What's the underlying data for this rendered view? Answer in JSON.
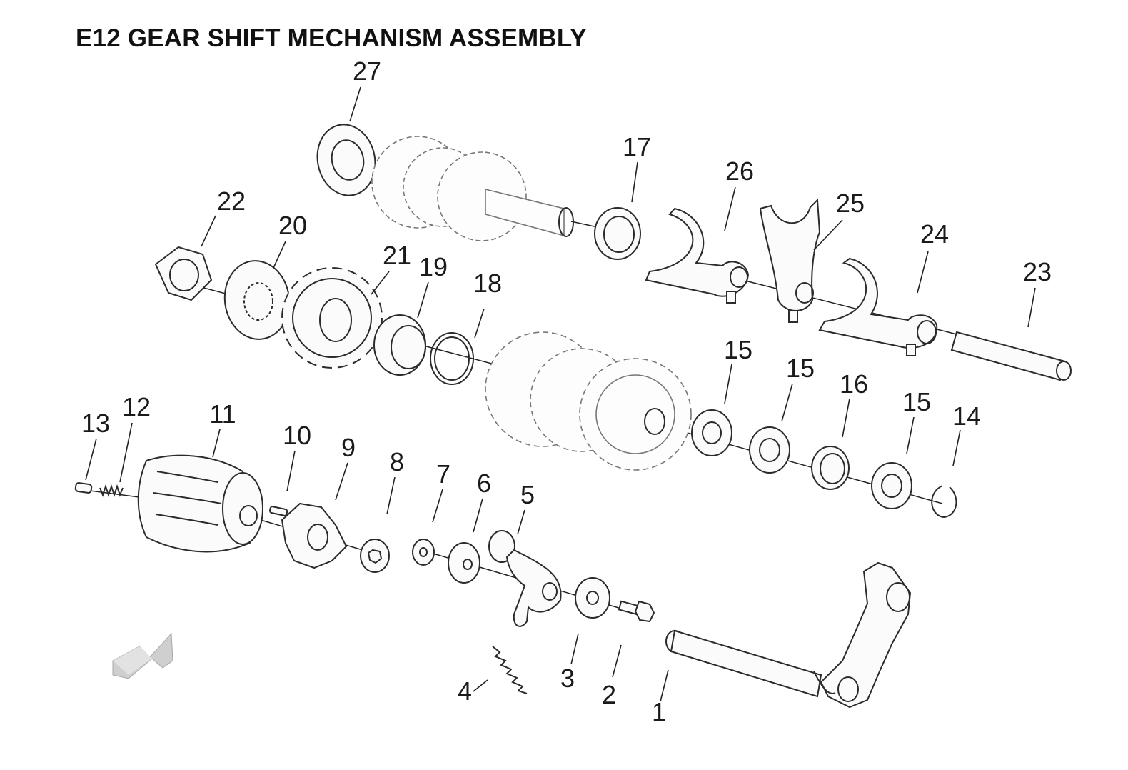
{
  "title": "E12 GEAR SHIFT MECHANISM ASSEMBLY",
  "callouts": {
    "c1": "1",
    "c2": "2",
    "c3": "3",
    "c4": "4",
    "c5": "5",
    "c6": "6",
    "c7": "7",
    "c8": "8",
    "c9": "9",
    "c10": "10",
    "c11": "11",
    "c12": "12",
    "c13": "13",
    "c14": "14",
    "c15a": "15",
    "c15b": "15",
    "c15c": "15",
    "c16": "16",
    "c17": "17",
    "c18": "18",
    "c19": "19",
    "c20": "20",
    "c21": "21",
    "c22": "22",
    "c23": "23",
    "c24": "24",
    "c25": "25",
    "c26": "26",
    "c27": "27"
  },
  "icons": {
    "orientation": "front-arrow-icon"
  }
}
